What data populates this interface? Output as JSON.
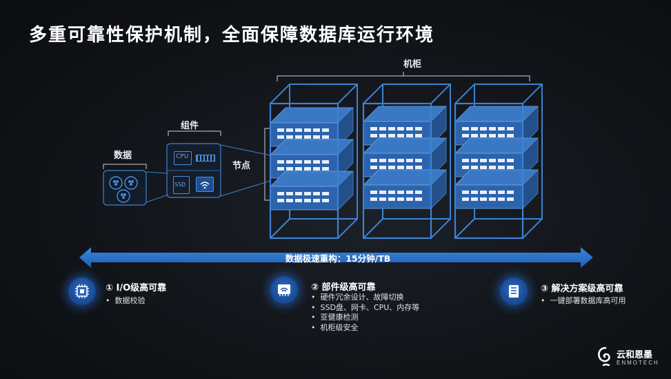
{
  "title": "多重可靠性保护机制，全面保障数据库运行环境",
  "labels": {
    "cabinet": "机柜",
    "component": "组件",
    "data": "数据",
    "node": "节点",
    "cpu": "CPU",
    "ssd": "SSD"
  },
  "arrow_label": "数据极速重构：15分钟/TB",
  "features": [
    {
      "title": "① I/O级高可靠",
      "icon": "chip-icon",
      "items": [
        "数据校验"
      ]
    },
    {
      "title": "② 部件级高可靠",
      "icon": "network-card-icon",
      "items": [
        "硬件冗余设计、故障切换",
        "SSD盘、网卡、CPU、内存等",
        "亚健康检测",
        "机柜级安全"
      ]
    },
    {
      "title": "③ 解决方案级高可靠",
      "icon": "server-icon",
      "items": [
        "一键部署数据库高可用"
      ]
    }
  ],
  "logo": {
    "cn": "云和恩墨",
    "en": "ENMOTECH"
  },
  "colors": {
    "accent": "#2e7ad6",
    "outline": "#3d82d4",
    "background": "#121519"
  }
}
